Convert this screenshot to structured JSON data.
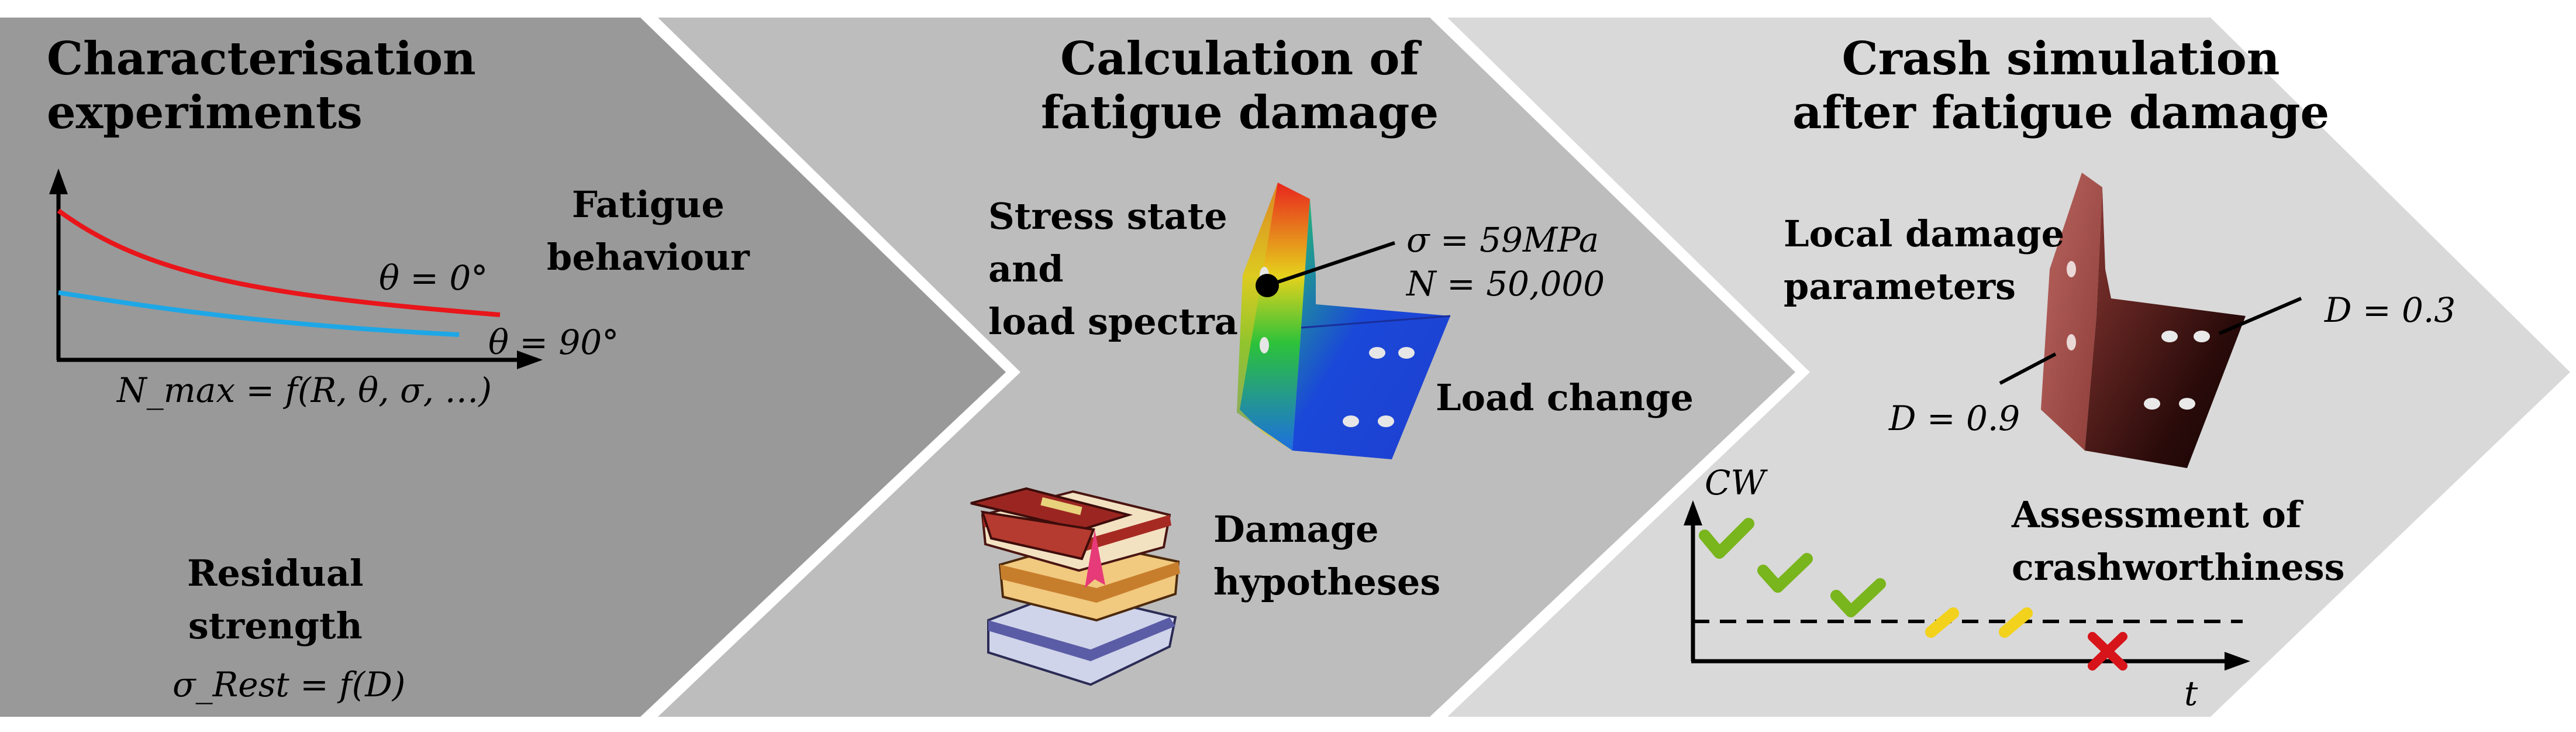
{
  "panels": [
    {
      "title_lines": [
        "Characterisation",
        "experiments"
      ],
      "fatigue_label_lines": [
        "Fatigue",
        "behaviour"
      ],
      "theta0_label": "θ = 0°",
      "theta90_label": "θ = 90°",
      "nmax_formula": "N_max = f(R, θ, σ, …)",
      "residual_label_lines": [
        "Residual",
        "strength"
      ],
      "residual_formula": "σ_Rest = f(D)",
      "colors": {
        "background": "#999999",
        "curve_0deg": "#e8161b",
        "curve_90deg": "#1ea7e6"
      }
    },
    {
      "title_lines": [
        "Calculation of",
        "fatigue damage"
      ],
      "stress_label_lines": [
        "Stress state",
        "and",
        "load spectra"
      ],
      "sigma_label": "σ = 59MPa",
      "n_label": "N = 50,000",
      "load_change_label": "Load change",
      "damage_hyp_lines": [
        "Damage",
        "hypotheses"
      ],
      "colors": {
        "background": "#bdbdbd"
      }
    },
    {
      "title_lines": [
        "Crash simulation",
        "after fatigue damage"
      ],
      "local_damage_lines": [
        "Local damage",
        "parameters"
      ],
      "d_left_label": "D = 0.9",
      "d_right_label": "D = 0.3",
      "cw_axis_label": "CW",
      "t_axis_label": "t",
      "assessment_lines": [
        "Assessment of",
        "crashworthiness"
      ],
      "colors": {
        "background": "#d9d9d9",
        "check": "#79b51c",
        "dash": "#f2d21c",
        "cross": "#d7141a"
      }
    }
  ]
}
